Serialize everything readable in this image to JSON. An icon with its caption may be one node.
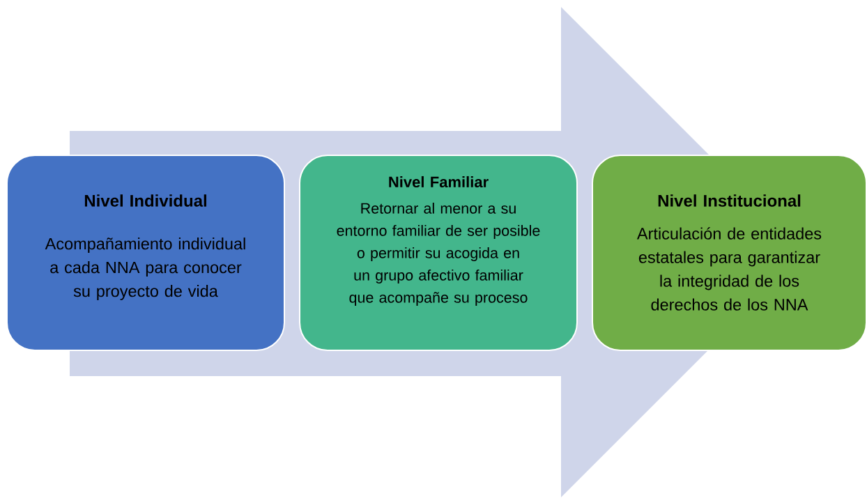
{
  "diagram": {
    "nodes": [
      {
        "text": [
          "Nivel Individual",
          "Acompañamiento individual a cada NNA para conocer su proyecto de vida"
        ]
      },
      {
        "text": [
          "Nivel Familiar",
          "Retornar al menor a su entorno familiar de ser posible o permitir su acogida en un grupo afectivo familiar que acompañe su proceso"
        ]
      },
      {
        "text": [
          "Nivel Institucional",
          "Articulación de entidades estatales para garantizar la integridad de los derechos de los NNA"
        ]
      }
    ],
    "edges": [
      {
        "from": 0,
        "to": 2,
        "arrow": "to"
      }
    ]
  }
}
